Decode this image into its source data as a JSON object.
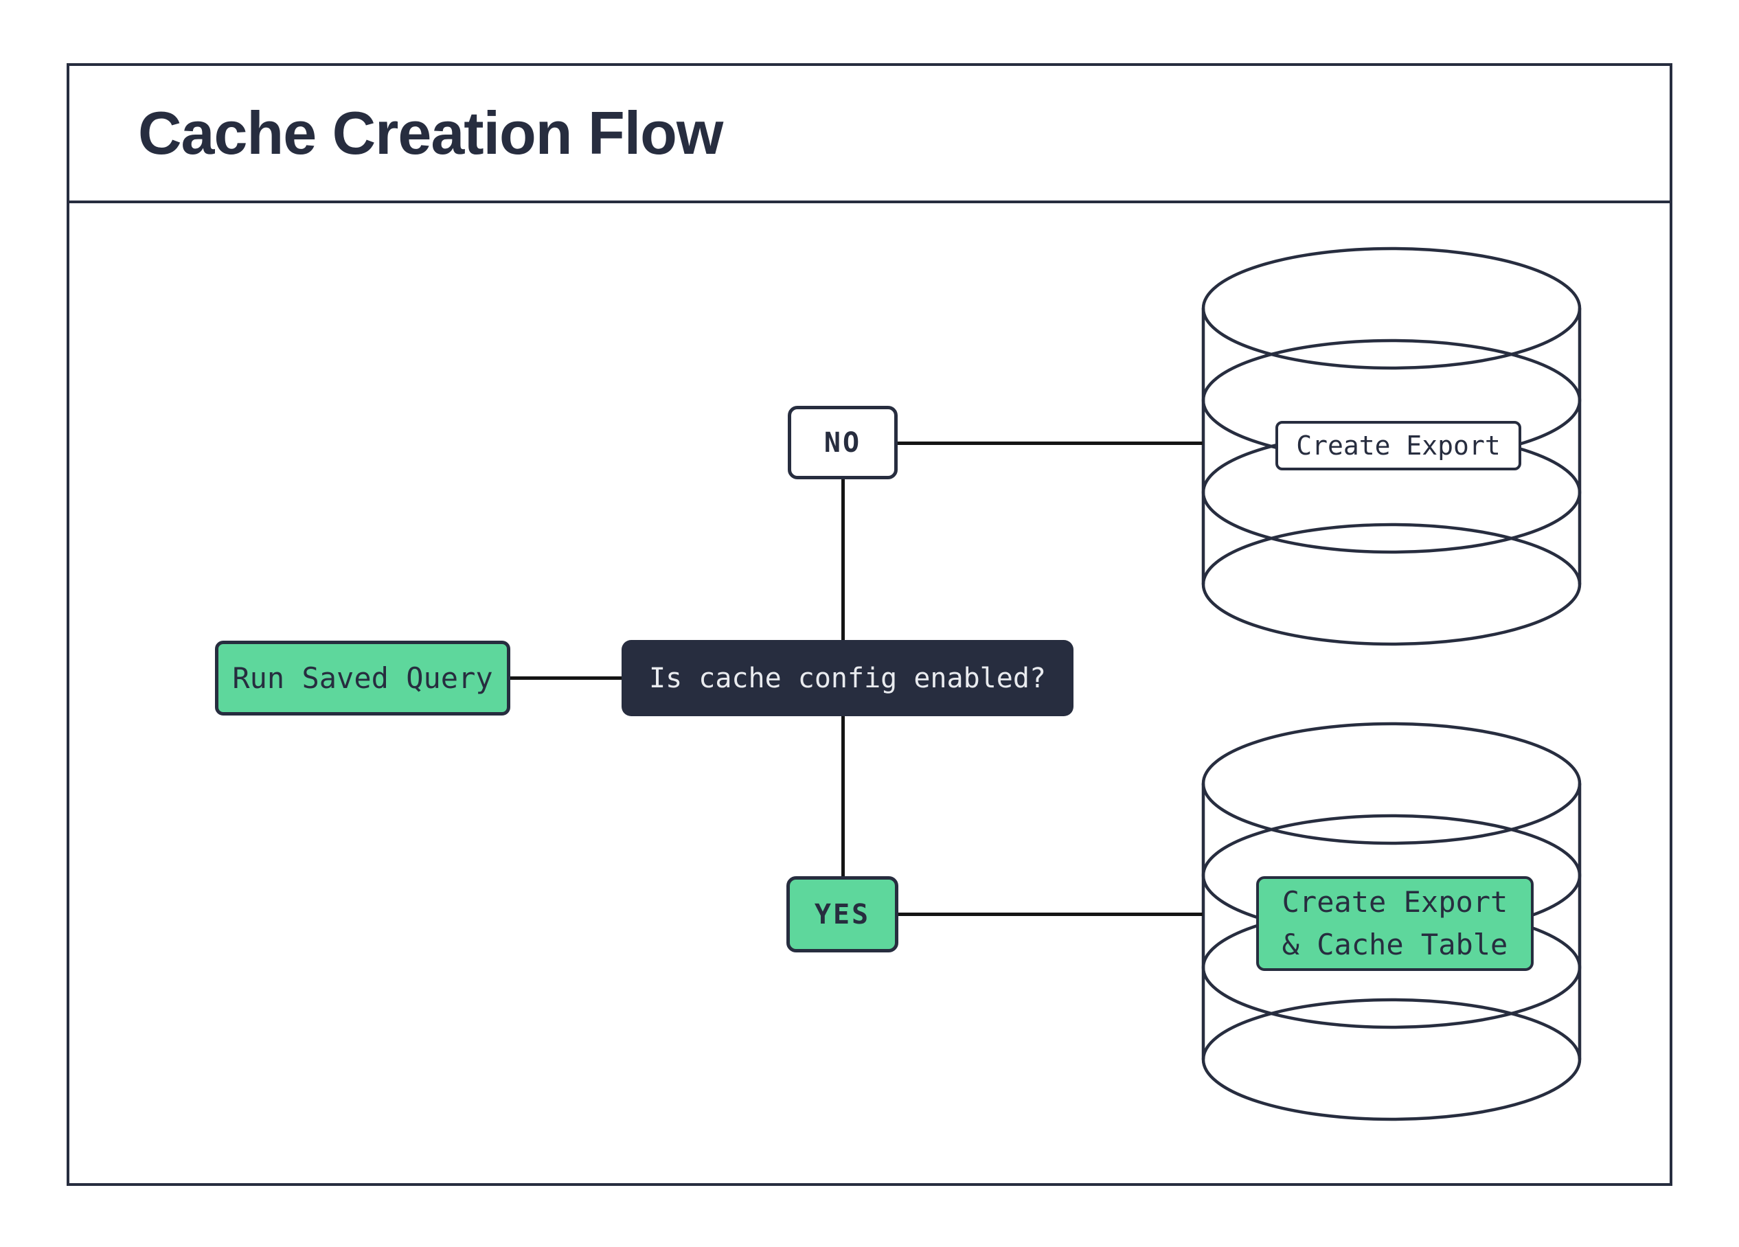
{
  "title": "Cache Creation Flow",
  "colors": {
    "ink_navy": "#272D3F",
    "accent_green": "#5ED79C",
    "connector_black": "#141414",
    "surface_white": "#FFFFFF"
  },
  "nodes": {
    "start": {
      "label": "Run Saved Query"
    },
    "decision": {
      "label": "Is cache config enabled?"
    },
    "branch_no": {
      "label": "NO"
    },
    "branch_yes": {
      "label": "YES"
    },
    "result_no": {
      "label": "Create Export",
      "icon": "database-icon"
    },
    "result_yes": {
      "line1": "Create Export",
      "line2": "& Cache Table",
      "icon": "database-icon"
    }
  }
}
